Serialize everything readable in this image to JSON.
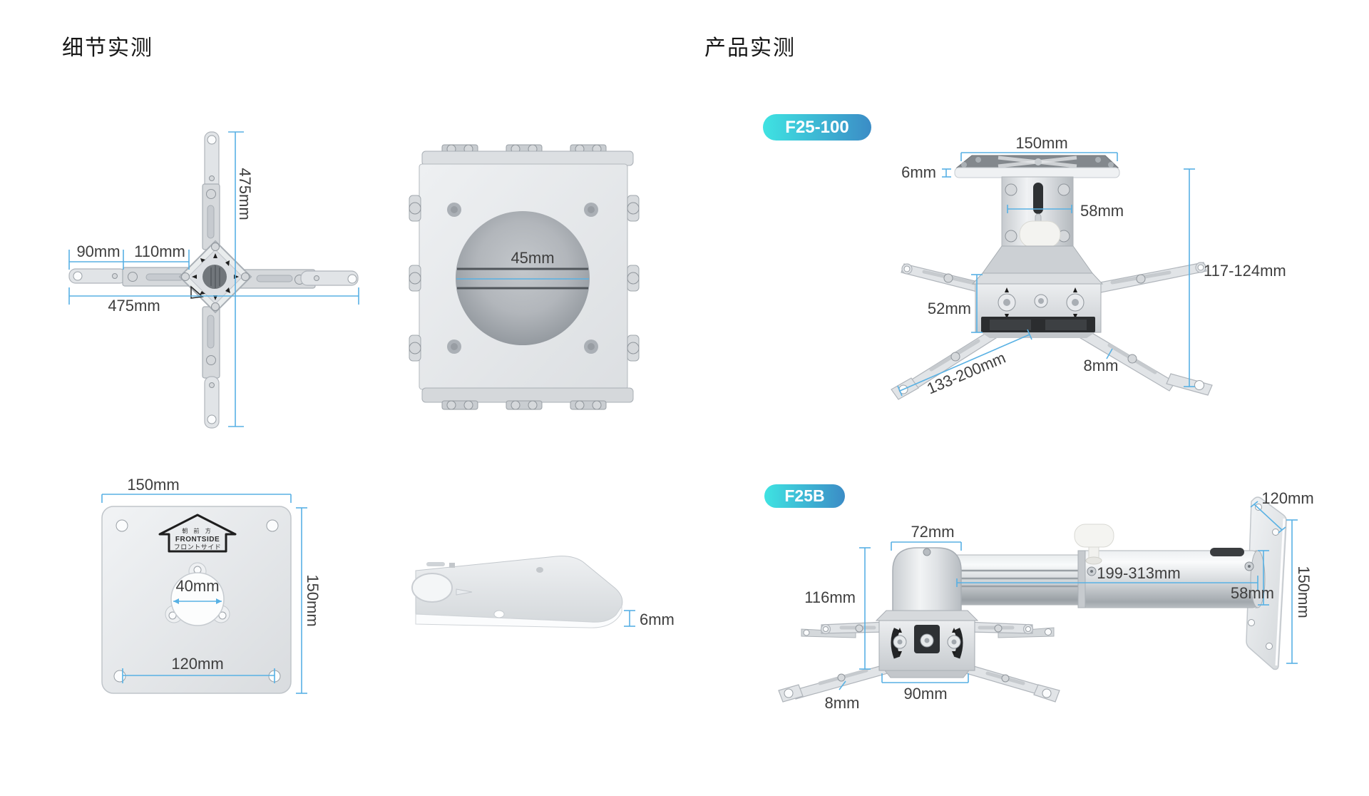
{
  "page": {
    "left_section_title": "细节实测",
    "right_section_title": "产品实测"
  },
  "style": {
    "background": "#ffffff",
    "dimension_line_color": "#58B1E4",
    "label_color": "#3E3E3E",
    "heading_color": "#161616",
    "badge_text_color": "#FFFFFF",
    "badge_gradient_start": "#3FE3E2",
    "badge_gradient_end": "#3B8CC6"
  },
  "detail_views": {
    "cross_bracket": {
      "vertical_length": "475mm",
      "left_offset": "90mm",
      "right_offset": "110mm",
      "horizontal_length": "475mm"
    },
    "coupler_block": {
      "bore_diameter": "45mm"
    },
    "mount_plate_front": {
      "width": "150mm",
      "height": "150mm",
      "center_hole": "40mm",
      "hole_pitch": "120mm",
      "arrow_label_cn": "朝 前 方",
      "arrow_label_en": "FRONTSIDE",
      "arrow_label_jp": "フロントサイド"
    },
    "mount_plate_side": {
      "thickness": "6mm"
    }
  },
  "products": [
    {
      "model": "F25-100",
      "dims": {
        "plate_width": "150mm",
        "plate_thickness": "6mm",
        "column_diameter": "58mm",
        "overall_height": "117-124mm",
        "head_height": "52mm",
        "arm_reach": "133-200mm",
        "arm_thickness": "8mm"
      }
    },
    {
      "model": "F25B",
      "dims": {
        "bracket_width": "72mm",
        "wall_plate_width": "120mm",
        "extension_range": "199-313mm",
        "tube_diameter": "58mm",
        "wall_plate_height": "150mm",
        "head_height": "116mm",
        "arm_thickness": "8mm",
        "head_width": "90mm"
      }
    }
  ]
}
